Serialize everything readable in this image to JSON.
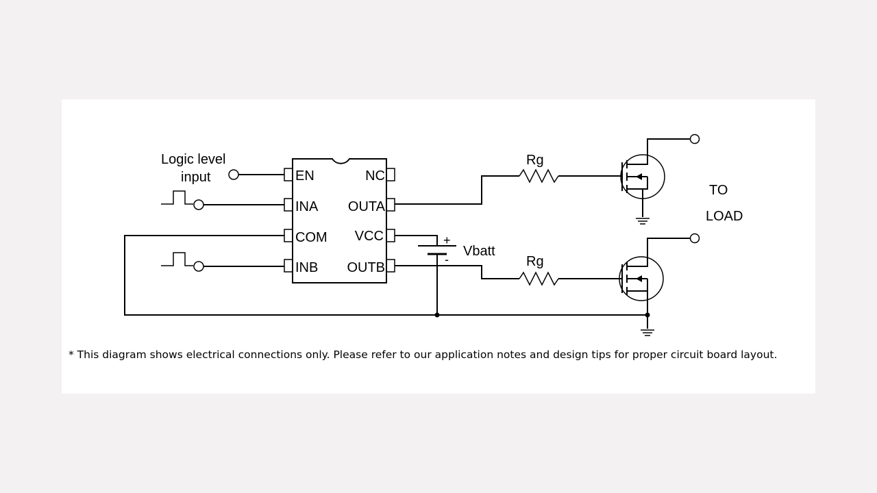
{
  "diagram": {
    "ic_pins": {
      "en": "EN",
      "ina": "INA",
      "com": "COM",
      "inb": "INB",
      "nc": "NC",
      "outa": "OUTA",
      "vcc": "VCC",
      "outb": "OUTB"
    },
    "logic_label_line1": "Logic level",
    "logic_label_line2": "input",
    "resistor_label_top": "Rg",
    "resistor_label_bottom": "Rg",
    "battery_label": "Vbatt",
    "battery_plus": "+",
    "battery_minus": "-",
    "load_label_line1": "TO",
    "load_label_line2": "LOAD"
  },
  "footnote": "* This diagram shows electrical connections only. Please refer to our application notes and design tips for proper circuit board layout."
}
